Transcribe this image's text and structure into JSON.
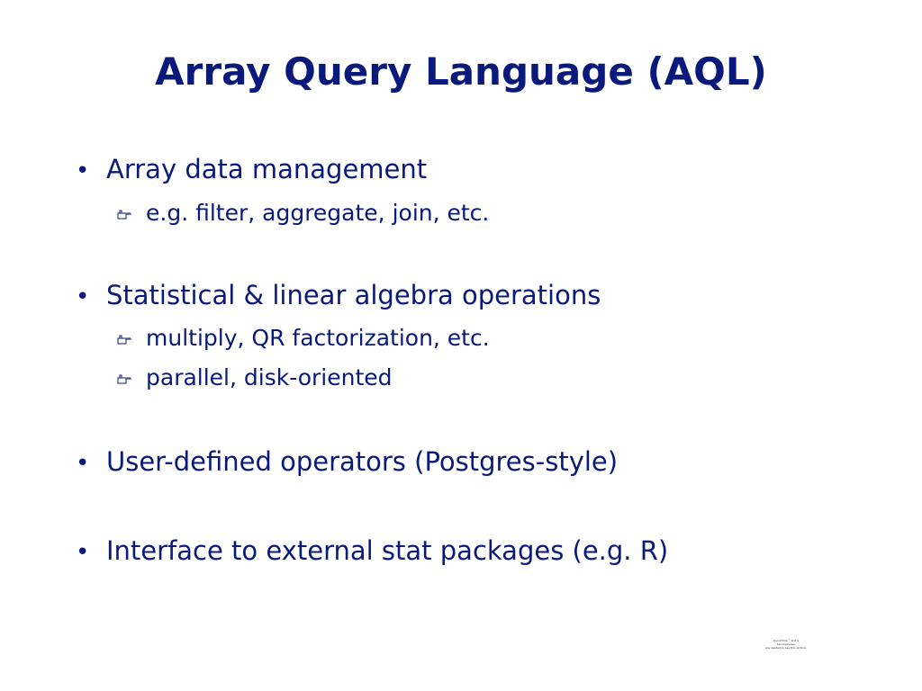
{
  "slide": {
    "title": "Array Query Language (AQL)",
    "bullet_marker": "•",
    "bullets": [
      {
        "text": "Array data management",
        "subitems": [
          "e.g. filter, aggregate, join, etc."
        ]
      },
      {
        "text": "Statistical & linear algebra operations",
        "subitems": [
          "multiply, QR factorization, etc.",
          "parallel, disk-oriented"
        ]
      },
      {
        "text": "User-defined operators (Postgres-style)",
        "subitems": []
      },
      {
        "text": "Interface to external stat packages (e.g. R)",
        "subitems": []
      }
    ],
    "text_color": "#0a1a7a",
    "sub_bullet_icon": "hand-pointer-icon",
    "footer_notice": [
      "QuickTime™ and a",
      "decompressor",
      "are needed to see this picture."
    ]
  }
}
